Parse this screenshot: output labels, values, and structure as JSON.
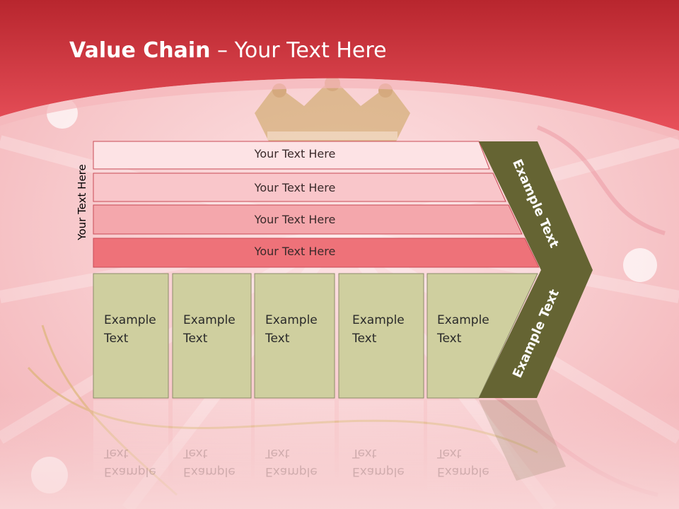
{
  "title": {
    "bold": "Value Chain",
    "rest": " – Your Text Here"
  },
  "side_label": "Your Text Here",
  "rows": [
    "Your Text Here",
    "Your Text Here",
    "Your Text Here",
    "Your Text Here"
  ],
  "columns": [
    [
      "Example",
      "Text"
    ],
    [
      "Example",
      "Text"
    ],
    [
      "Example",
      "Text"
    ],
    [
      "Example",
      "Text"
    ],
    [
      "Example",
      "Text"
    ]
  ],
  "arrow": {
    "top_label": "Example Text",
    "bottom_label": "Example Text"
  },
  "colors": {
    "header": "#d8343e",
    "row1": "#fde3e5",
    "row2": "#f9c6ca",
    "row3": "#f4a7ac",
    "row4": "#ee7279",
    "column": "#cfcf9f",
    "arrow": "#656433"
  }
}
